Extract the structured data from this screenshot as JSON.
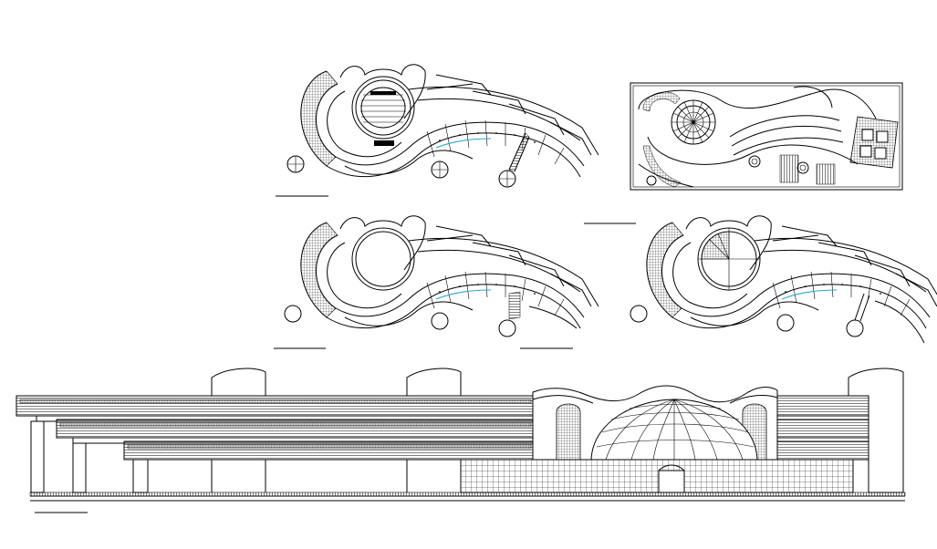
{
  "drawing": {
    "description_labels": [],
    "colors": {
      "line": "#000000",
      "accent": "#2aa7c9",
      "background": "#ffffff"
    },
    "views": [
      {
        "id": "plan-1",
        "kind": "floor-plan"
      },
      {
        "id": "site-plan",
        "kind": "site-plan"
      },
      {
        "id": "plan-2",
        "kind": "floor-plan"
      },
      {
        "id": "plan-3",
        "kind": "floor-plan"
      },
      {
        "id": "elevation",
        "kind": "front-elevation"
      }
    ]
  }
}
